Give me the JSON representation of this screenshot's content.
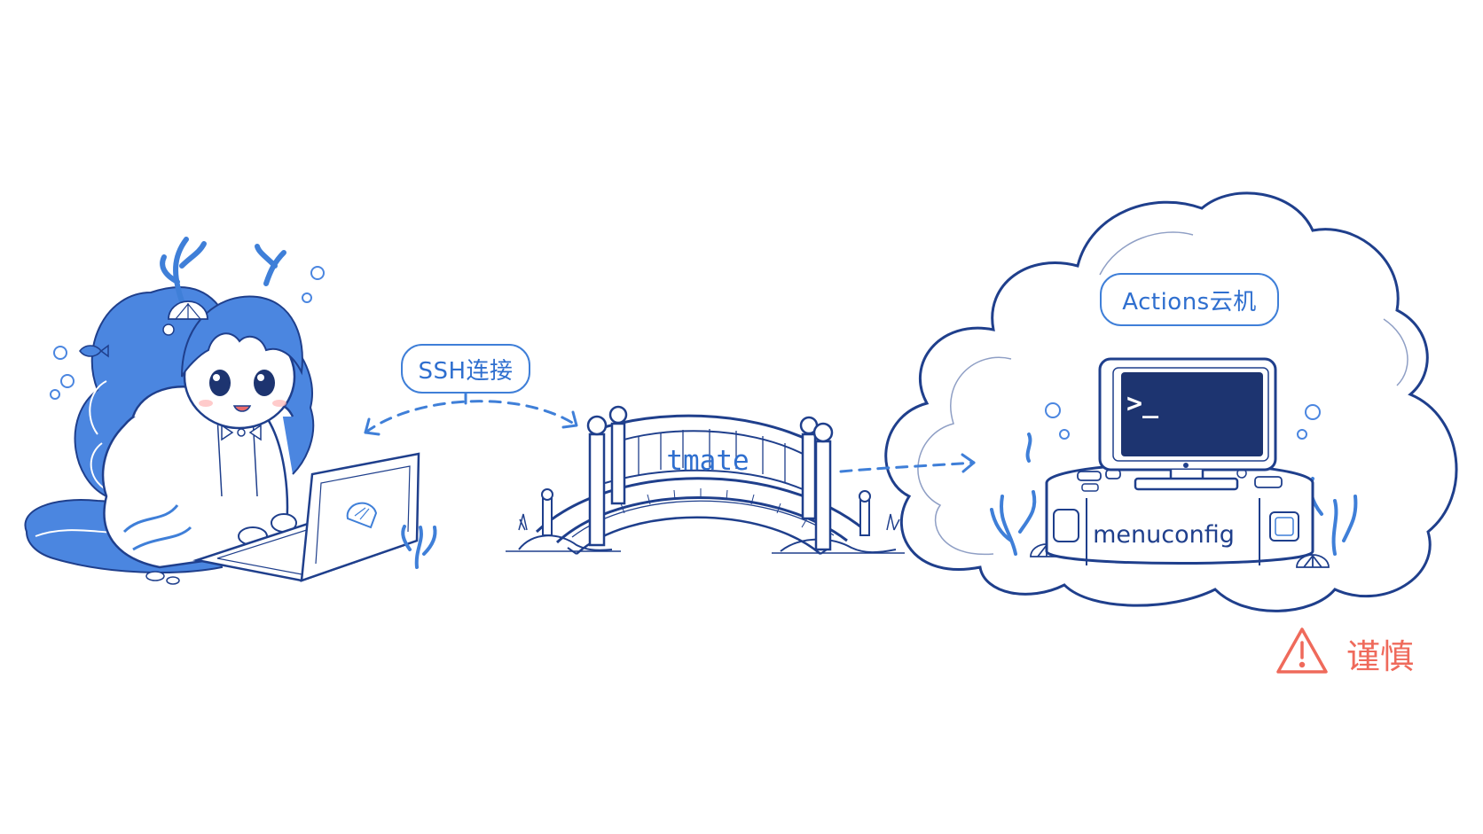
{
  "labels": {
    "ssh": "SSH连接",
    "bridge": "tmate",
    "cloud_title": "Actions云机",
    "machine": "menuconfig",
    "terminal_prompt": ">_"
  },
  "warning": {
    "text": "谨慎",
    "icon": "warning-triangle-icon"
  },
  "colors": {
    "accent": "#3f7fd8",
    "outline": "#1f3f8c",
    "hair": "#4b86e0",
    "screen": "#1d3470",
    "warning": "#ef6a5b"
  }
}
